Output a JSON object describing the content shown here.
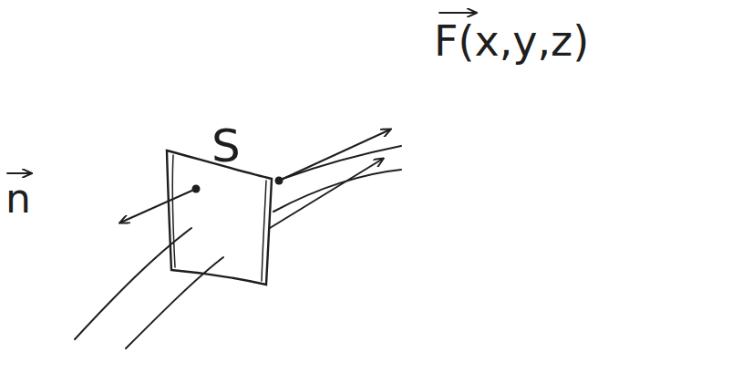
{
  "diagram": {
    "labels": [
      "S",
      "F(x,y,z)",
      "n"
    ]
  }
}
